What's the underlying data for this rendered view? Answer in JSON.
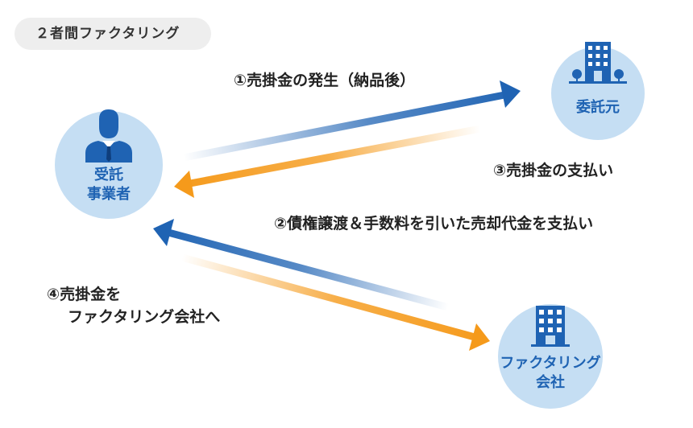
{
  "tag": "２者間ファクタリング",
  "nodes": {
    "contractor": [
      "受託",
      "事業者"
    ],
    "client": [
      "委託元"
    ],
    "factoring": [
      "ファクタリング",
      "会社"
    ]
  },
  "steps": {
    "s1": "①売掛金の発生（納品後）",
    "s2": "②債権譲渡＆手数料を引いた売却代金を支払い",
    "s3": "③売掛金の支払い",
    "s4": [
      "④売掛金を",
      "ファクタリング会社へ"
    ]
  },
  "colors": {
    "blue": "#1f63b3",
    "orange": "#f59a1b",
    "node_fill": "#c5def3"
  }
}
